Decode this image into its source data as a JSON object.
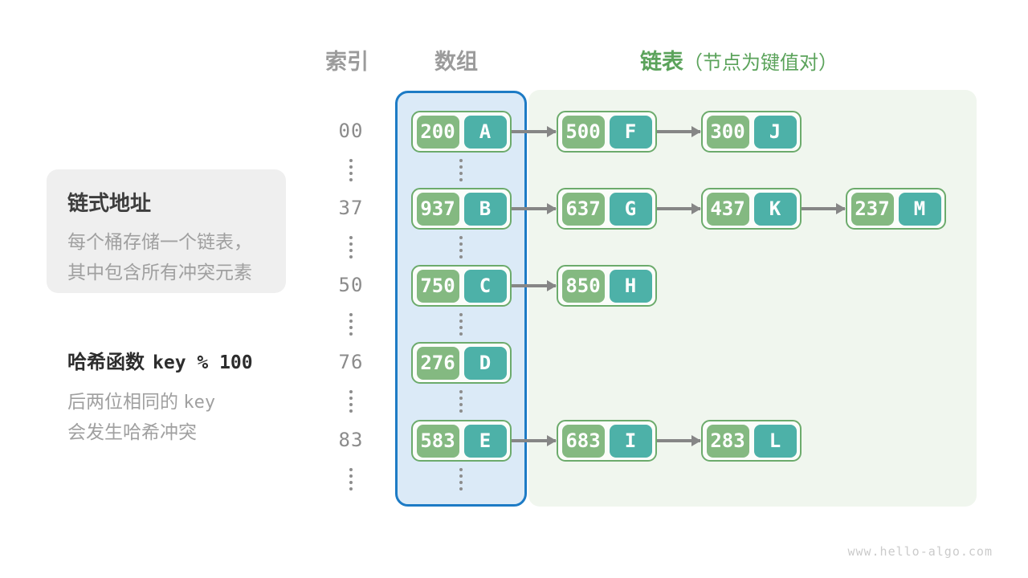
{
  "headers": {
    "index": "索引",
    "array": "数组",
    "list": "链表",
    "list_note": "（节点为键值对）"
  },
  "chain_note": {
    "title": "链式地址",
    "line1": "每个桶存储一个链表，",
    "line2": "其中包含所有冲突元素"
  },
  "hash_note": {
    "label": "哈希函数",
    "code": "key % 100",
    "line1_text": "后两位相同的",
    "line1_code": "key",
    "line2": "会发生哈希冲突"
  },
  "rows": [
    {
      "index": "00",
      "nodes": [
        {
          "key": "200",
          "value": "A"
        },
        {
          "key": "500",
          "value": "F"
        },
        {
          "key": "300",
          "value": "J"
        }
      ]
    },
    {
      "index": "37",
      "nodes": [
        {
          "key": "937",
          "value": "B"
        },
        {
          "key": "637",
          "value": "G"
        },
        {
          "key": "437",
          "value": "K"
        },
        {
          "key": "237",
          "value": "M"
        }
      ]
    },
    {
      "index": "50",
      "nodes": [
        {
          "key": "750",
          "value": "C"
        },
        {
          "key": "850",
          "value": "H"
        }
      ]
    },
    {
      "index": "76",
      "nodes": [
        {
          "key": "276",
          "value": "D"
        }
      ]
    },
    {
      "index": "83",
      "nodes": [
        {
          "key": "583",
          "value": "E"
        },
        {
          "key": "683",
          "value": "I"
        },
        {
          "key": "283",
          "value": "L"
        }
      ]
    }
  ],
  "watermark": "www.hello-algo.com",
  "colors": {
    "key_cell": "#84b981",
    "value_cell": "#4db1a8",
    "node_border": "#6cab6c",
    "array_region_fill": "#dbeaf7",
    "array_region_border": "#1d7bc5",
    "list_region_fill": "#f0f6ee",
    "header_gray": "#9b9b9b",
    "header_green": "#5ba35b",
    "arrow_gray": "#868686",
    "note_box_fill": "#efefef"
  }
}
